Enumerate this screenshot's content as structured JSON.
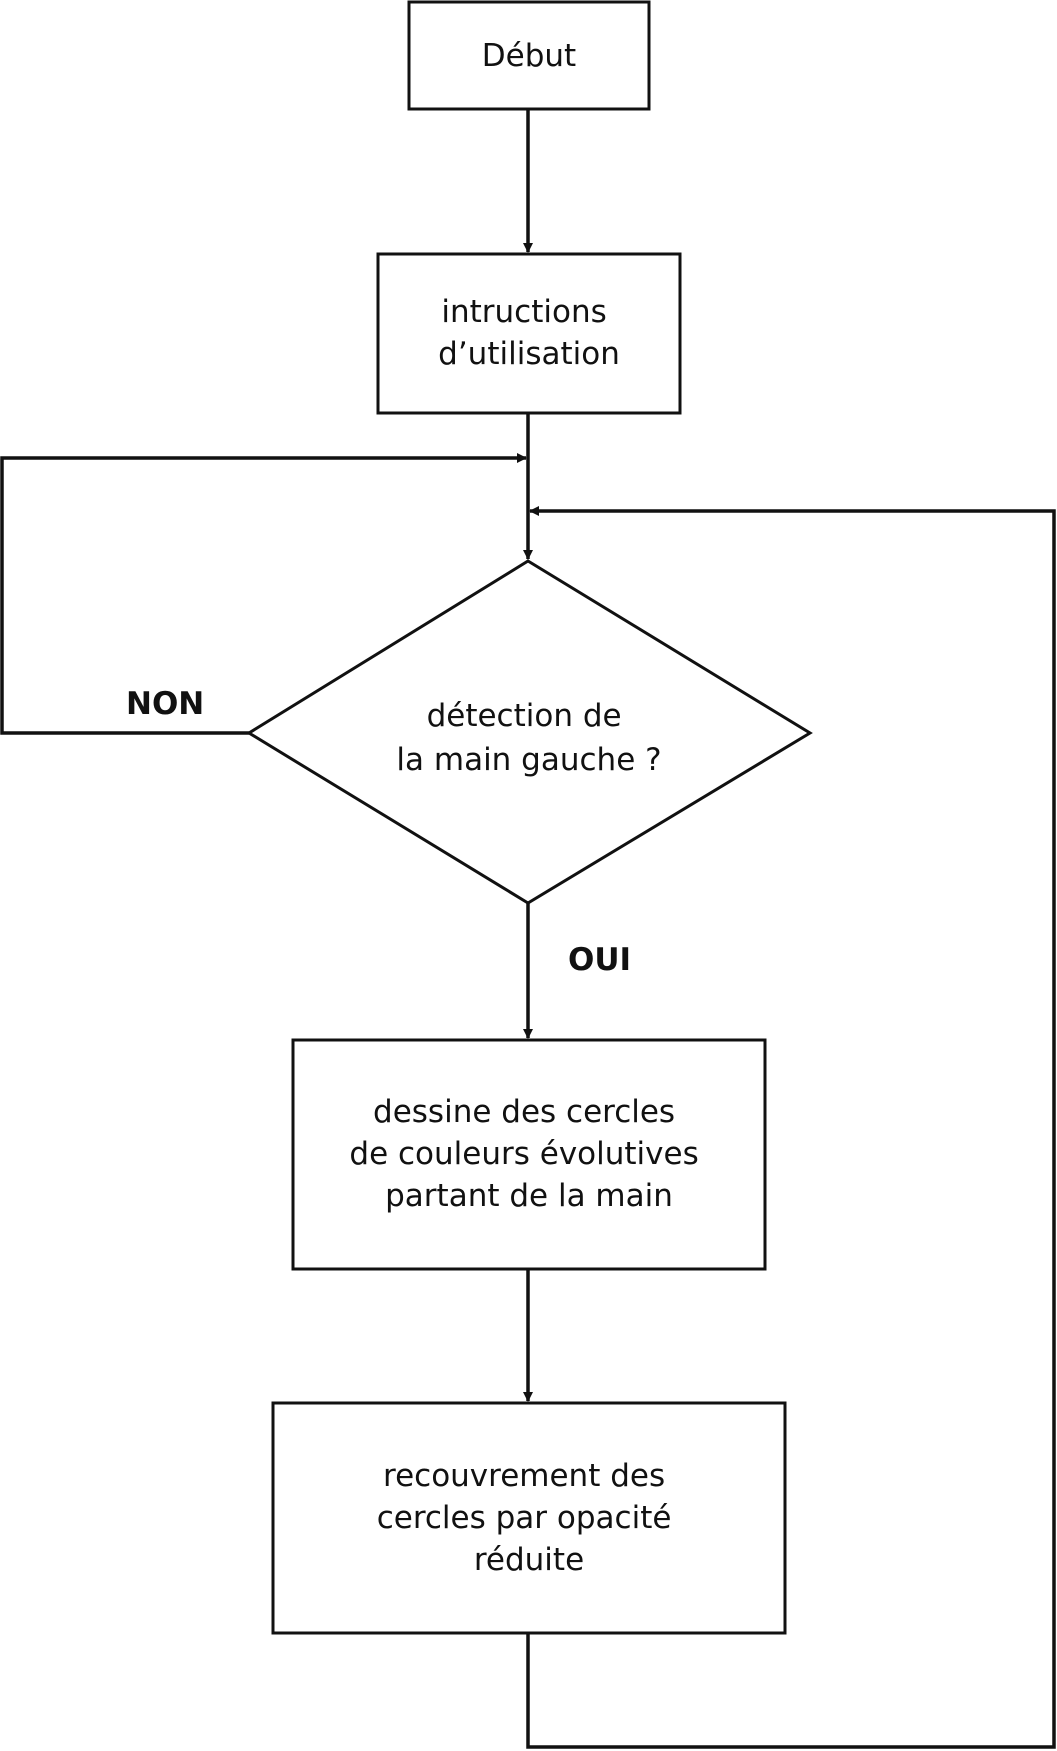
{
  "nodes": {
    "start": {
      "lines": [
        "Début"
      ]
    },
    "instructions": {
      "lines": [
        "intructions",
        "d’utilisation"
      ]
    },
    "decision": {
      "lines": [
        "détection de",
        "la main gauche ?"
      ]
    },
    "draw": {
      "lines": [
        "dessine des cercles",
        "de couleurs évolutives",
        "partant de la main"
      ]
    },
    "overlay": {
      "lines": [
        "recouvrement des",
        "cercles par opacité",
        "réduite"
      ]
    }
  },
  "edges": {
    "no_label": "NON",
    "yes_label": "OUI"
  },
  "colors": {
    "stroke": "#111111",
    "background": "#ffffff",
    "text": "#111111"
  }
}
